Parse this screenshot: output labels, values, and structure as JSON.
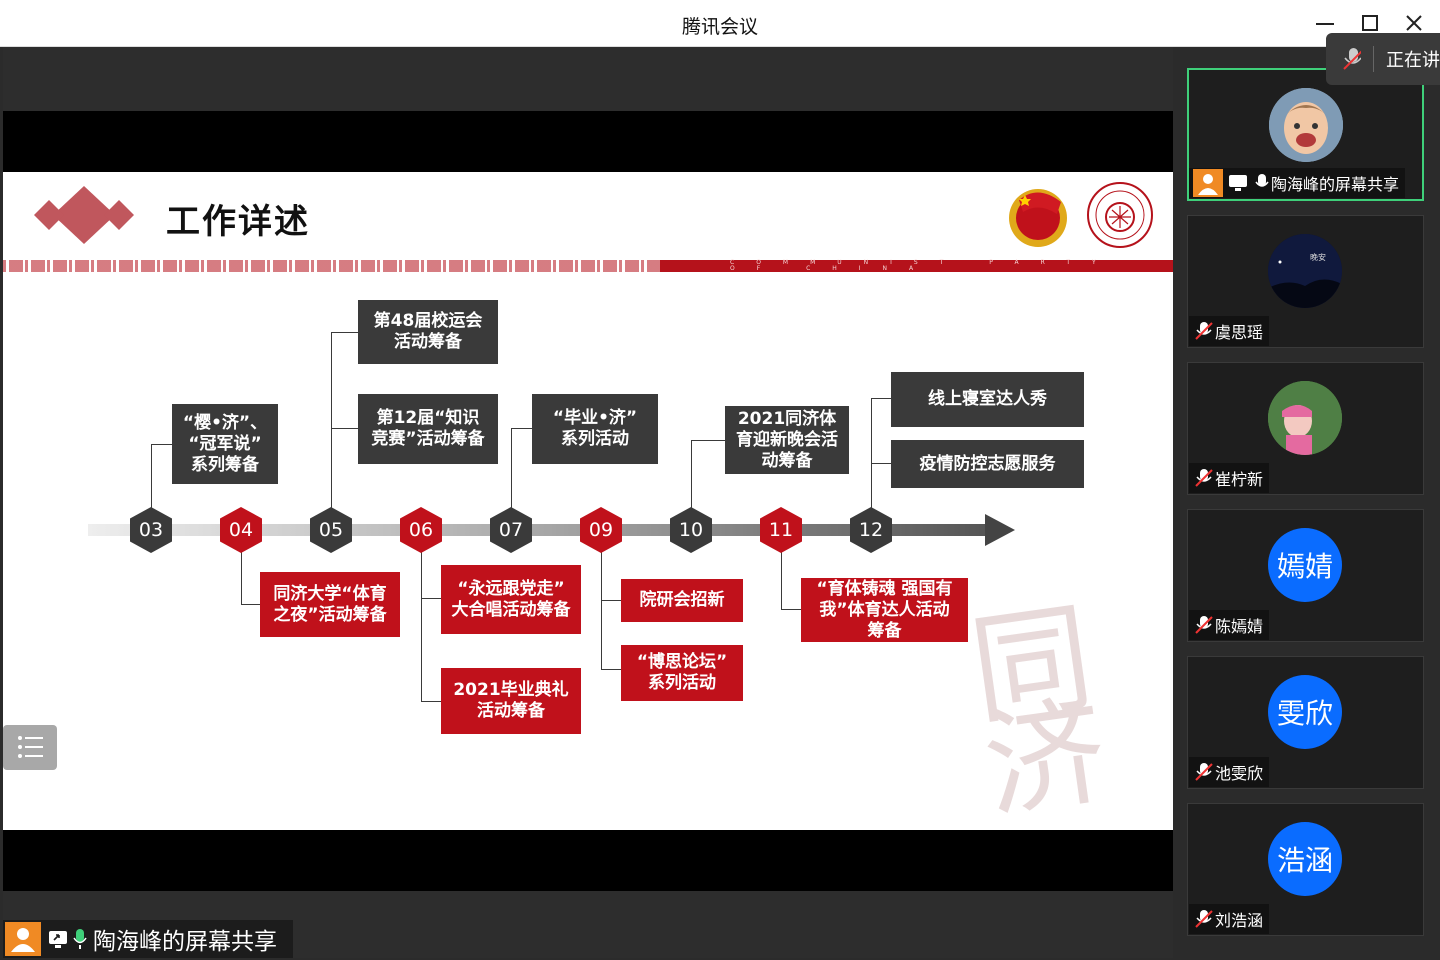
{
  "window": {
    "title": "腾讯会议"
  },
  "slide": {
    "title": "工作详述",
    "band_text": "COMMUNIST PARTY OF CHINA",
    "watermark": "同济",
    "months": [
      "03",
      "04",
      "05",
      "06",
      "07",
      "09",
      "10",
      "11",
      "12"
    ],
    "events": {
      "m03": "“樱•济”、\n“冠军说”\n系列筹备",
      "m04": "同济大学“体育\n之夜”活动筹备",
      "m05_top": "第48届校运会\n活动筹备",
      "m05_mid": "第12届“知识\n竞赛”活动筹备",
      "m06_a": "“永远跟党走”\n大合唱活动筹备",
      "m06_b": "2021毕业典礼\n活动筹备",
      "m07": "“毕业•济”\n系列活动",
      "m09_a": "院研会招新",
      "m09_b": "“博思论坛”\n系列活动",
      "m10": "2021同济体\n育迎新晚会活\n动筹备",
      "m11": "“育体铸魂 强国有\n我”体育达人活动\n筹备",
      "m12_a": "线上寝室达人秀",
      "m12_b": "疫情防控志愿服务"
    }
  },
  "share_label": "陶海峰的屏幕共享",
  "speaking_popup": "正在讲",
  "participants": [
    {
      "name": "陶海峰的屏幕共享",
      "avatar": "photo-child",
      "mic": "on",
      "active": true
    },
    {
      "name": "虞思瑶",
      "avatar": "photo-night",
      "mic": "muted"
    },
    {
      "name": "崔柠新",
      "avatar": "photo-girl",
      "mic": "muted"
    },
    {
      "name": "陈嫣婧",
      "avatar_text": "嫣婧",
      "mic": "muted"
    },
    {
      "name": "池雯欣",
      "avatar_text": "雯欣",
      "mic": "muted"
    },
    {
      "name": "刘浩涵",
      "avatar_text": "浩涵",
      "mic": "muted"
    }
  ],
  "colors": {
    "accent_red": "#c0111b",
    "box_gray": "#3a3a3a",
    "avatar_blue": "#0a6cff",
    "active_border": "#3fd07a"
  }
}
